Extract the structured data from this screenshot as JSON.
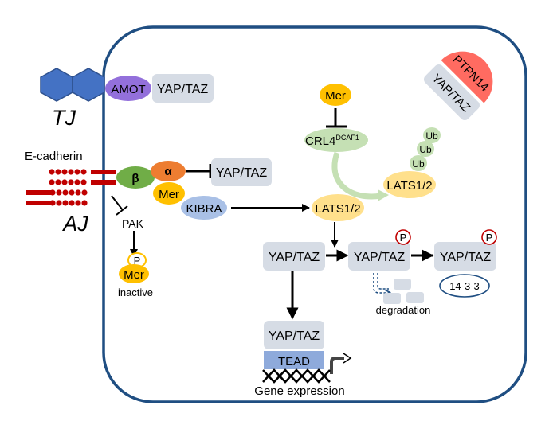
{
  "colors": {
    "membrane": "#1f4e82",
    "tj_hex": "#4472c4",
    "amot": "#9370db",
    "yaptaz_box": "#d6dce5",
    "beta": "#70ad47",
    "alpha": "#ed7d31",
    "mer": "#ffc000",
    "kibra": "#a9c0e6",
    "lats": "#ffe08c",
    "crl4": "#c5e0b4",
    "ub": "#c5e0b4",
    "ptpn14": "#ff6b61",
    "tead": "#8eaadb",
    "cadherin": "#c00000",
    "phospho_ring": "#c00000",
    "ring_1433": "#1f4e82"
  },
  "labels": {
    "tj": "TJ",
    "aj": "AJ",
    "ecadherin": "E-cadherin",
    "amot": "AMOT",
    "yaptaz_tj": "YAP/TAZ",
    "beta": "β",
    "alpha": "α",
    "yaptaz_alpha": "YAP/TAZ",
    "mer_aj": "Mer",
    "kibra": "KIBRA",
    "pak": "PAK",
    "mer_inactive": "Mer",
    "p_inactive": "P",
    "inactive": "inactive",
    "mer_top": "Mer",
    "crl4": "CRL4",
    "crl4_sup": "DCAF1",
    "ub1": "Ub",
    "ub2": "Ub",
    "ub3": "Ub",
    "lats_ub": "LATS1/2",
    "lats_main": "LATS1/2",
    "ptpn14": "PTPN14",
    "yaptaz_ptpn14": "YAP/TAZ",
    "yaptaz_center": "YAP/TAZ",
    "yaptaz_p1": "YAP/TAZ",
    "p1": "P",
    "yaptaz_p2": "YAP/TAZ",
    "p2": "P",
    "protein_1433": "14-3-3",
    "degradation": "degradation",
    "yaptaz_nuclear": "YAP/TAZ",
    "tead": "TEAD",
    "gene_expression": "Gene expression"
  }
}
